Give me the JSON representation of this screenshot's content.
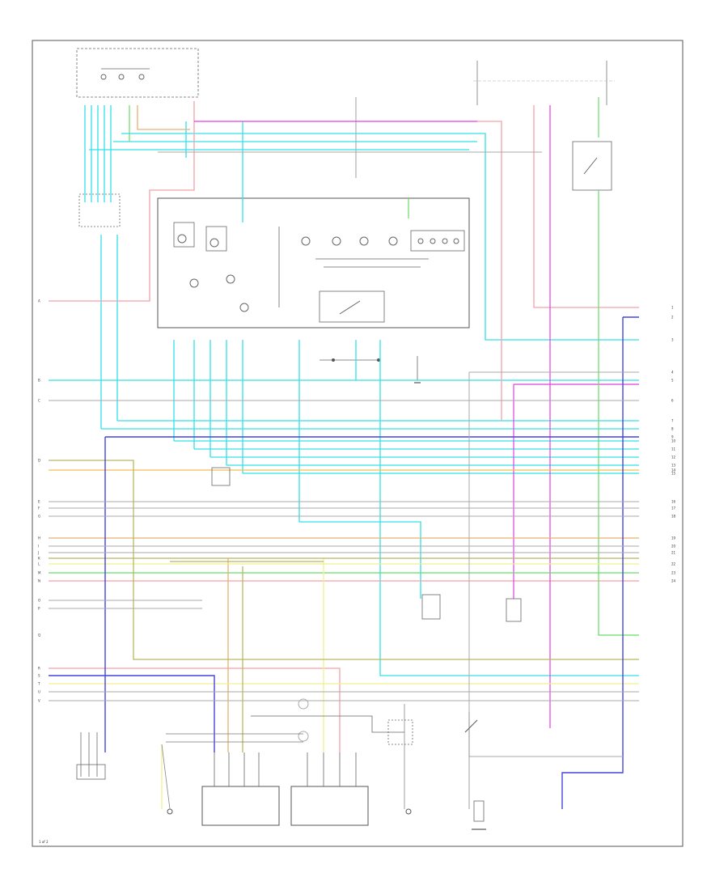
{
  "colors": {
    "frame": "#555555",
    "cyan": "#33e0e8",
    "pink": "#f4a0a8",
    "magenta": "#e040e0",
    "green": "#66dd66",
    "yellow": "#f0f090",
    "olive": "#b8b860",
    "blue": "#4444dd",
    "orange": "#e8b070",
    "gray": "#aaaaaa",
    "darkgray": "#777777",
    "lightgray": "#cccccc"
  },
  "left_connector_pins": [
    "A",
    "B",
    "C",
    "D",
    "E",
    "F",
    "G",
    "H",
    "I",
    "J",
    "K",
    "L",
    "M",
    "N",
    "O",
    "P",
    "Q",
    "R",
    "S",
    "T",
    "U",
    "V"
  ],
  "right_connector_pins": [
    "1",
    "2",
    "3",
    "4",
    "5",
    "6",
    "7",
    "8",
    "9",
    "10",
    "11",
    "12",
    "13",
    "14",
    "15",
    "16",
    "17",
    "18",
    "19",
    "20",
    "21",
    "22",
    "23",
    "24"
  ],
  "footer_code": "1 of 2",
  "icons": [
    "ground-icon",
    "switch-icon",
    "sensor-icon",
    "connector-icon"
  ]
}
